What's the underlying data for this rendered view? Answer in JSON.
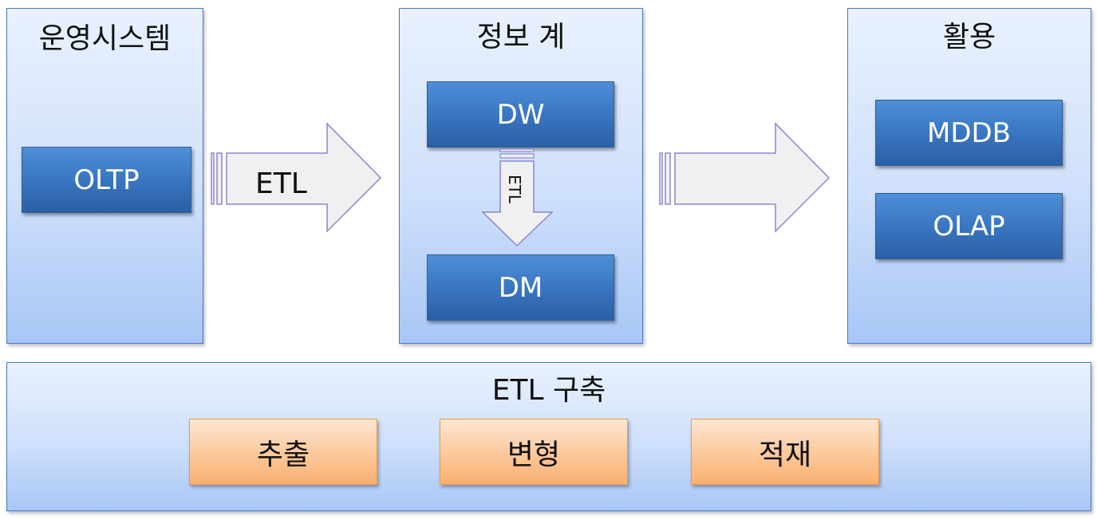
{
  "panels": {
    "source": {
      "title": "운영시스템",
      "items": [
        "OLTP"
      ]
    },
    "info": {
      "title": "정보 계",
      "items": [
        "DW",
        "DM"
      ],
      "inner_arrow_label": "ETL"
    },
    "usage": {
      "title": "활용",
      "items": [
        "MDDB",
        "OLAP"
      ]
    },
    "etl_build": {
      "title": "ETL 구축",
      "steps": [
        "추출",
        "변형",
        "적재"
      ]
    }
  },
  "arrows": {
    "source_to_info_label": "ETL",
    "info_to_usage_label": ""
  },
  "colors": {
    "panel_border": "#4a78c2",
    "panel_fill_top": "#e9f1fe",
    "panel_fill_bottom": "#a8c6f6",
    "blue_box": "#3a76c1",
    "orange_box": "#fcc89a",
    "orange_border": "#e89a4a",
    "arrow_fill": "#f0f0f0",
    "arrow_stroke": "#8a86d4"
  }
}
